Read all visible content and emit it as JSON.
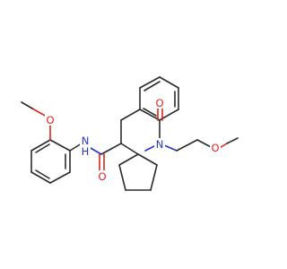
{
  "molecule": {
    "atom_labels": {
      "methoxy_o_aryl": "O",
      "amide_nh": "N",
      "amide_h": "H",
      "amide_o": "O",
      "ketone_o": "O",
      "ring_n": "N",
      "ether_o": "O"
    },
    "colors": {
      "bond": "#2b2b2b",
      "oxygen": "#e0221a",
      "nitrogen": "#2a35c9"
    }
  }
}
